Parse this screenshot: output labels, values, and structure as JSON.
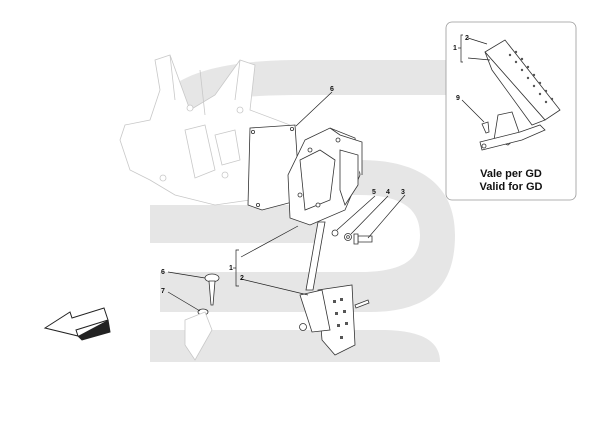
{
  "callouts": {
    "c1": "1",
    "c2": "2",
    "c3": "3",
    "c4": "4",
    "c5": "5",
    "c6a": "6",
    "c6b": "6",
    "c7": "7",
    "c9": "9",
    "inset_c1": "1",
    "inset_c2": "2"
  },
  "inset": {
    "line1": "Vale per GD",
    "line2": "Valid for GD"
  },
  "colors": {
    "watermark": "#e6e6e6",
    "line": "#222222",
    "ghost_outline": "#c8c8c8"
  }
}
